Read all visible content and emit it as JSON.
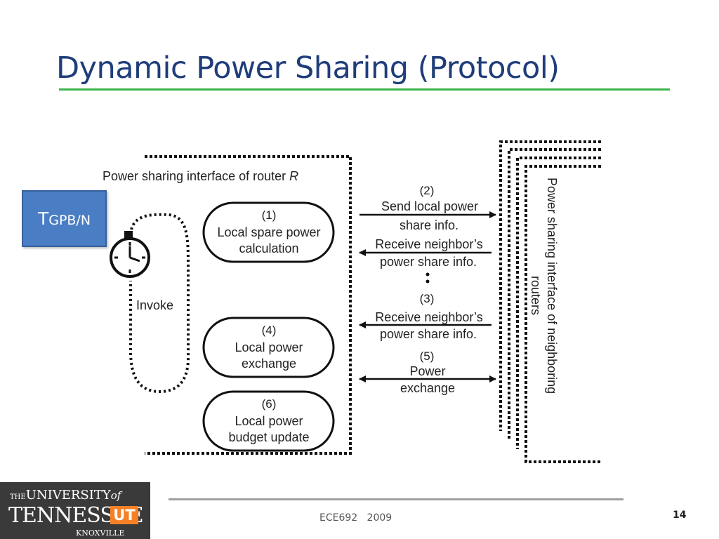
{
  "slide": {
    "title": "Dynamic Power Sharing (Protocol)",
    "tgpb_main": "T",
    "tgpb_sub": "GPB/N"
  },
  "diagram": {
    "router_label_prefix": "Power sharing interface of router",
    "router_label_var": "R",
    "neighbors_label_line1": "Power sharing interface of neighboring",
    "neighbors_label_line2": "routers",
    "invoke": "Invoke",
    "boxes": [
      {
        "num": "(1)",
        "line1": "Local spare power",
        "line2": "calculation"
      },
      {
        "num": "(4)",
        "line1": "Local power",
        "line2": "exchange"
      },
      {
        "num": "(6)",
        "line1": "Local power",
        "line2": "budget update"
      }
    ],
    "messages": [
      {
        "num": "(2)",
        "line1": "Send local power",
        "line2": "share info."
      },
      {
        "line1": "Receive neighbor’s",
        "line2": "power share info."
      },
      {
        "num": "(3)",
        "line1": "Receive neighbor’s",
        "line2": "power share info."
      },
      {
        "num": "(5)",
        "line1": "Power",
        "line2": "exchange"
      }
    ]
  },
  "footer": {
    "course": "ECE692   2009",
    "page": "14"
  },
  "logo": {
    "the": "THE",
    "university": "UNIVERSITY",
    "of": "of",
    "tennessee": "TENNESSEE",
    "ut": "UT",
    "knoxville": "KNOXVILLE"
  }
}
